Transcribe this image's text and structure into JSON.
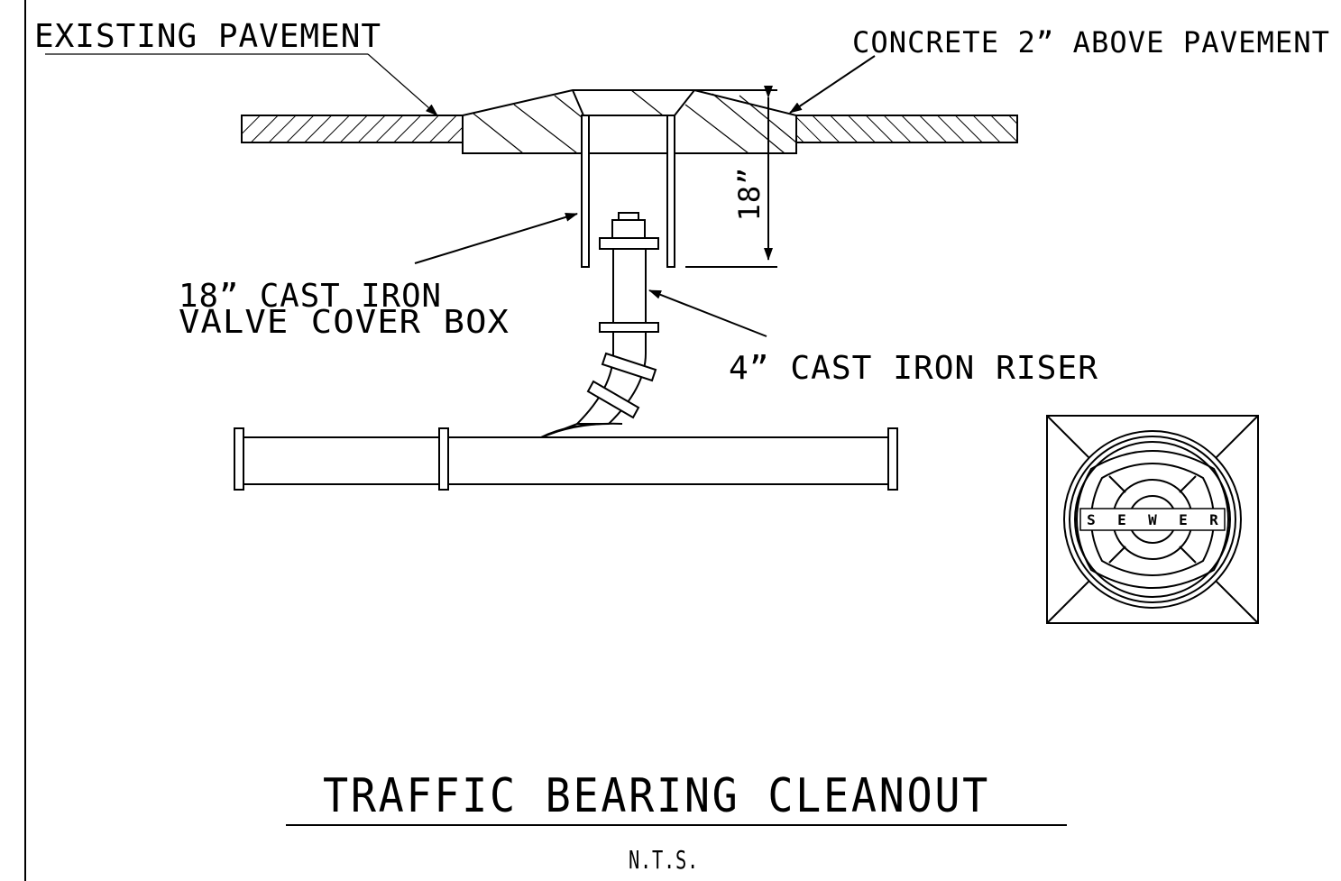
{
  "labels": {
    "existing_pavement": "EXISTING PAVEMENT",
    "concrete": "CONCRETE 2” ABOVE PAVEMENT",
    "dimension": "18”",
    "valve_box_line1": "18” CAST IRON",
    "valve_box_line2": "VALVE COVER BOX",
    "riser": "4” CAST IRON RISER",
    "sewer_letters": [
      "S",
      "E",
      "W",
      "E",
      "R"
    ]
  },
  "title": "TRAFFIC BEARING CLEANOUT",
  "scale_note": "N.T.S."
}
